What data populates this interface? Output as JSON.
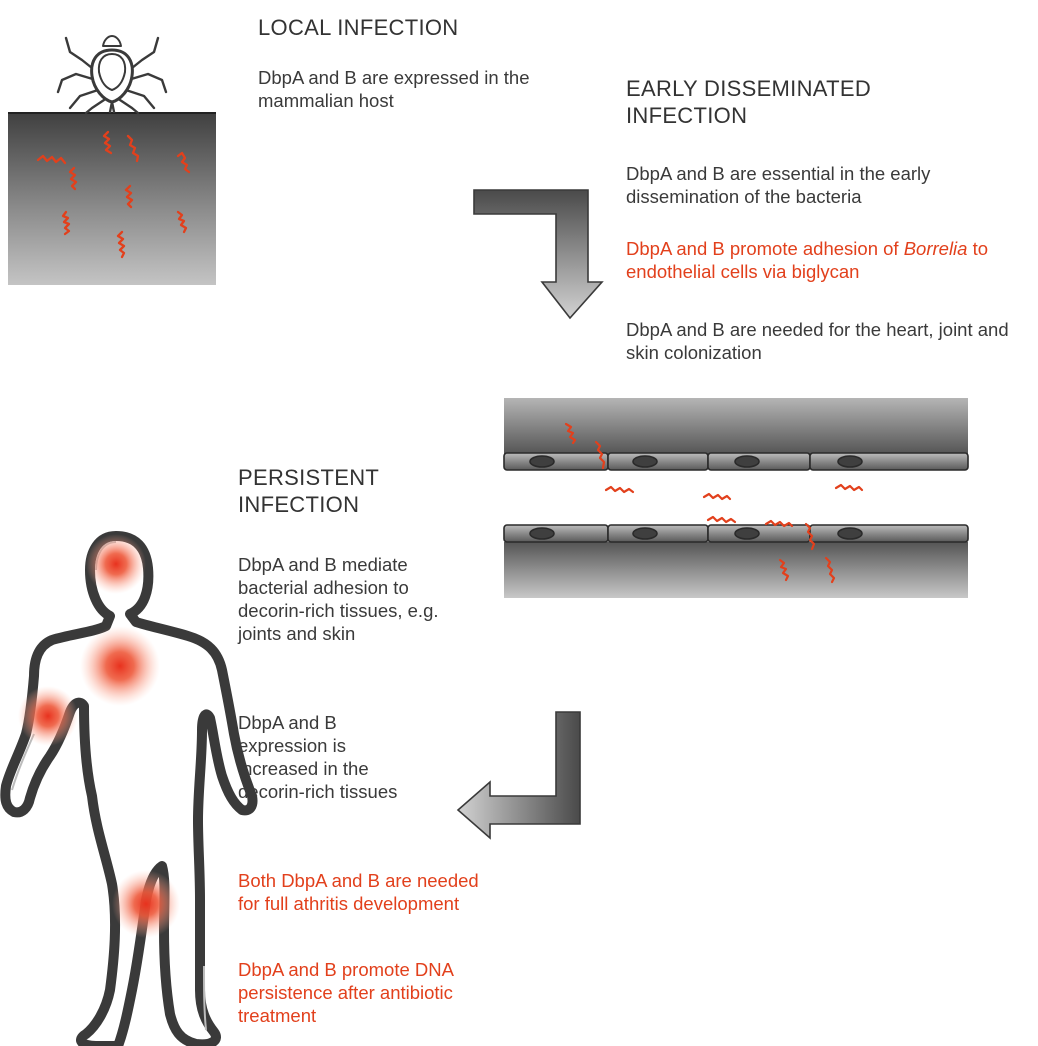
{
  "local": {
    "heading": "LOCAL INFECTION",
    "text": "DbpA and B are expressed in the mammalian host"
  },
  "early": {
    "heading": "EARLY DISSEMINATED INFECTION",
    "text1": "DbpA and B are essential in the early dissemination of the bacteria",
    "text2_pre": "DbpA and B promote adhesion of",
    "text2_italic": "Borrelia",
    "text2_post": "to endothelial cells via biglycan",
    "text3": "DbpA and B are needed for the heart, joint and skin colonization"
  },
  "persistent": {
    "heading": "PERSISTENT INFECTION",
    "text1": "DbpA and B mediate bacterial adhesion to decorin-rich tissues, e.g. joints and skin",
    "text2": "DbpA and B expression is increased in the decorin-rich tissues",
    "text3": "Both DbpA and B are needed for full athritis development",
    "text4": "DbpA and B promote DNA persistence after antibiotic treatment"
  },
  "colors": {
    "text": "#3a3a3a",
    "highlight": "#e2401c",
    "bacteria": "#e2401c",
    "tissue_dark": "#4a4a4a",
    "tissue_light": "#d0d0d0"
  }
}
